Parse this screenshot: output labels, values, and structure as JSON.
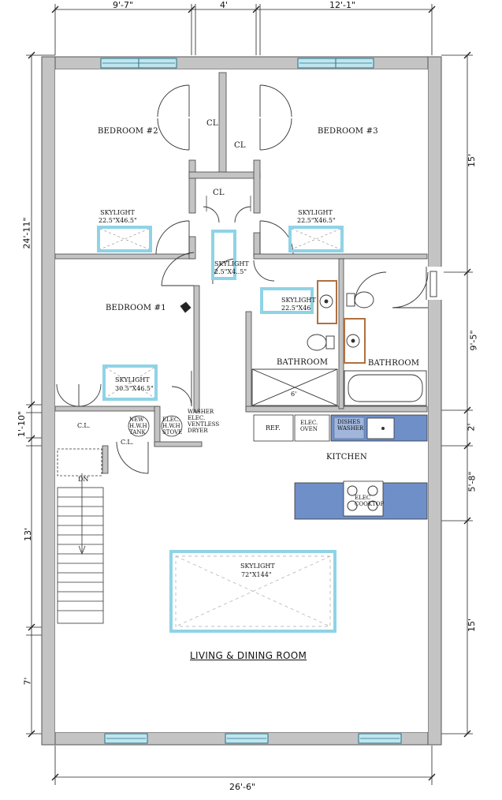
{
  "dimensions": {
    "top_left": "9'-7\"",
    "top_middle": "4'",
    "top_right": "12'-1\"",
    "bottom": "26'-6\"",
    "left_upper": "24'-11\"",
    "left_mid": "1'-10\"",
    "left_stair": "13'",
    "left_bottom": "7'",
    "right_top": "15'",
    "right_bath": "9'-5\"",
    "right_counter": "2'",
    "right_kitchen": "5'-8\"",
    "right_bottom": "15'",
    "shower": "6'"
  },
  "rooms": {
    "bedroom2": "BEDROOM #2",
    "bedroom3": "BEDROOM #3",
    "bedroom1": "BEDROOM #1",
    "bathroom_left": "BATHROOM",
    "bathroom_right": "BATHROOM",
    "kitchen": "KITCHEN",
    "living": "LIVING & DINING ROOM",
    "closet1": "CL",
    "closet2": "CL",
    "closet3": "CL",
    "closet_bed1": "C.L.",
    "closet_util": "C.L.",
    "stair_dn": "DN"
  },
  "skylights": {
    "bed2": {
      "title": "SKYLIGHT",
      "size": "22.5\"X46.5\""
    },
    "bed3": {
      "title": "SKYLIGHT",
      "size": "22.5\"X46.5\""
    },
    "hall": {
      "title": "SKYLIGHT",
      "size": "2.5\"X4..5\""
    },
    "bath": {
      "title": "SKYLIGHT",
      "size": "22.5\"X46"
    },
    "bed1": {
      "title": "SKYLIGHT",
      "size": "30.5\"X46.5\""
    },
    "living": {
      "title": "SKYLIGHT",
      "size": "72\"X144\""
    }
  },
  "appliances": {
    "hwh_new": "NEW\nH.W.H\nTANK",
    "hwh_elec": "ELEC.\nH.W.H\nSTOVE",
    "washer": "WASHER\nELEC.\nVENTLESS\nDRYER",
    "ref": "REF.",
    "oven": "ELEC.\nOVEN",
    "dishwasher": "DISHES\nWASHER",
    "cooktop": "ELEC\nCOOKTOP"
  },
  "colors": {
    "wall": "#bdbdbd",
    "skylight": "#8fd3e6",
    "counter": "#6f8fc9",
    "toilet_outline": "#b07040"
  }
}
